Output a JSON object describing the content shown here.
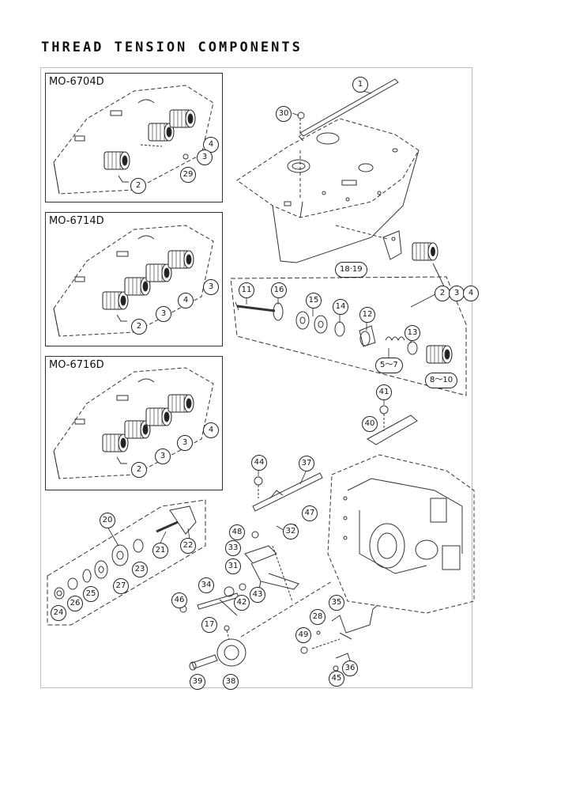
{
  "title": "THREAD TENSION COMPONENTS",
  "models": [
    "MO-6704D",
    "MO-6714D",
    "MO-6716D"
  ],
  "panel_callouts": {
    "mo6704d": [
      "4",
      "3",
      "2",
      "29"
    ],
    "mo6714d": [
      "3",
      "4",
      "3",
      "2"
    ],
    "mo6716d": [
      "4",
      "3",
      "3",
      "2"
    ]
  },
  "callouts": {
    "c1": "1",
    "c30": "30",
    "c18_19": "18·19",
    "c2": "2",
    "c3": "3",
    "c4": "4",
    "c11": "11",
    "c16": "16",
    "c15": "15",
    "c14": "14",
    "c12": "12",
    "c13": "13",
    "c5_7": "5～7",
    "c8_10": "8～10",
    "c41": "41",
    "c40": "40",
    "c44": "44",
    "c37": "37",
    "c20": "20",
    "c22": "22",
    "c21": "21",
    "c23": "23",
    "c27": "27",
    "c25": "25",
    "c26": "26",
    "c24": "24",
    "c47": "47",
    "c48": "48",
    "c32": "32",
    "c33": "33",
    "c31": "31",
    "c34": "34",
    "c43": "43",
    "c42": "42",
    "c46": "46",
    "c17": "17",
    "c35": "35",
    "c28": "28",
    "c49": "49",
    "c36": "36",
    "c45": "45",
    "c39": "39",
    "c38": "38"
  }
}
